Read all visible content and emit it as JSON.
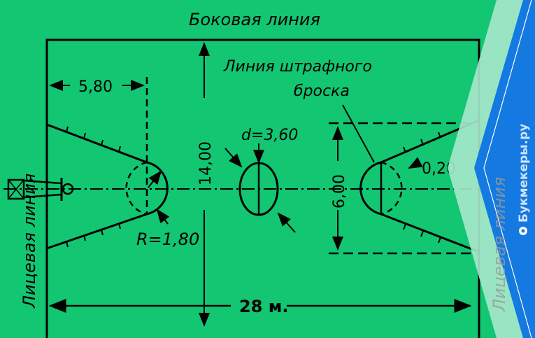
{
  "labels": {
    "sideline": "Боковая линия",
    "endline_left": "Лицевая линия",
    "endline_right": "Лицевая линия",
    "free_throw_line_1": "Линия штрафного",
    "free_throw_line_2": "броска",
    "key_length": "5,80",
    "court_width": "14,00",
    "circle_diameter": "d=3,60",
    "key_width": "6,00",
    "line_width": "0,20",
    "radius": "R=1,80",
    "court_length": "28 м."
  },
  "brand": {
    "name": "Букмекеры.ру",
    "icon": "soccer-ball-icon"
  },
  "colors": {
    "field": "#12c672",
    "band_light": "#a8e8cc",
    "band_blue": "#1479e0",
    "line": "#000000"
  }
}
